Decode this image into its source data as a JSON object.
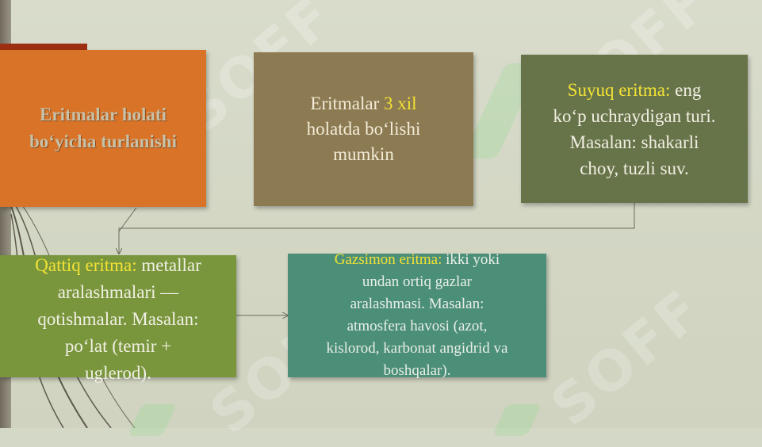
{
  "slide": {
    "title_box": {
      "line1": "Eritmalar holati",
      "line2": "bo‘yicha turlanishi"
    },
    "types_box": {
      "prefix": "Eritmalar ",
      "highlight": "3 xil",
      "line2": "holatda bo‘lishi",
      "line3": "mumkin"
    },
    "liquid_box": {
      "term": "Suyuq eritma:",
      "line1_rest": " eng",
      "line2": "ko‘p uchraydigan turi.",
      "line3": "Masalan: shakarli",
      "line4": "choy, tuzli suv."
    },
    "solid_box": {
      "term": "Qattiq eritma:",
      "line1_rest": " metallar",
      "line2": "aralashmalari —",
      "line3": "qotishmalar. Masalan:",
      "line4": "po‘lat (temir +",
      "line5": "uglerod)."
    },
    "gas_box": {
      "term": "Gazsimon eritma:",
      "line1_rest": " ikki yoki",
      "line2": "undan ortiq gazlar",
      "line3": "aralashmasi. Masalan:",
      "line4": "atmosfera havosi (azot,",
      "line5": "kislorod, karbonat angidrid va",
      "line6": "boshqalar)."
    },
    "watermark": "SOFF",
    "colors": {
      "title": "#d97328",
      "types": "#8c7a52",
      "liquid": "#67744a",
      "solid": "#79963c",
      "gas": "#4c8f78",
      "highlight": "#f2e235"
    }
  }
}
